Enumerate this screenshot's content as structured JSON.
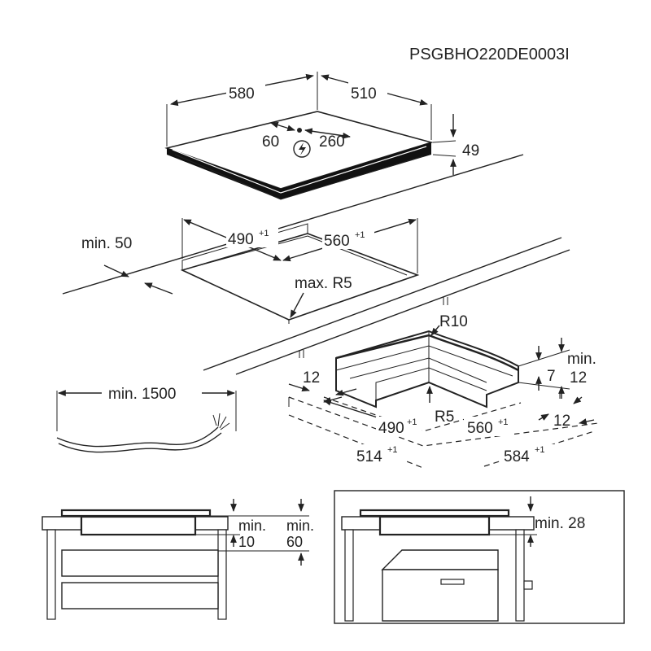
{
  "document_code": "PSGBHO220DE0003I",
  "hob": {
    "width_left": "580",
    "width_right": "510",
    "cable_pos_left": "60",
    "cable_pos_right": "260",
    "height": "49",
    "power_icon": "lightning-circle-icon"
  },
  "cutout": {
    "min_edge": "min. 50",
    "width_a": "490",
    "width_a_tol": "+1",
    "width_b": "560",
    "width_b_tol": "+1",
    "max_radius": "max. R5"
  },
  "cable": {
    "min_length": "min. 1500"
  },
  "frame_detail": {
    "r10": "R10",
    "r5": "R5",
    "left_12": "12",
    "min_label": "min.",
    "min_12": "12",
    "val_7": "7",
    "right_12": "12",
    "inner_a": "490",
    "inner_a_tol": "+1",
    "inner_b": "560",
    "inner_b_tol": "+1",
    "outer_a": "514",
    "outer_a_tol": "+1",
    "outer_b": "584",
    "outer_b_tol": "+1"
  },
  "install_drawer": {
    "min_a_label": "min.",
    "min_a_value": "10",
    "min_b_label": "min.",
    "min_b_value": "60"
  },
  "install_oven": {
    "min_label": "min. 28"
  }
}
